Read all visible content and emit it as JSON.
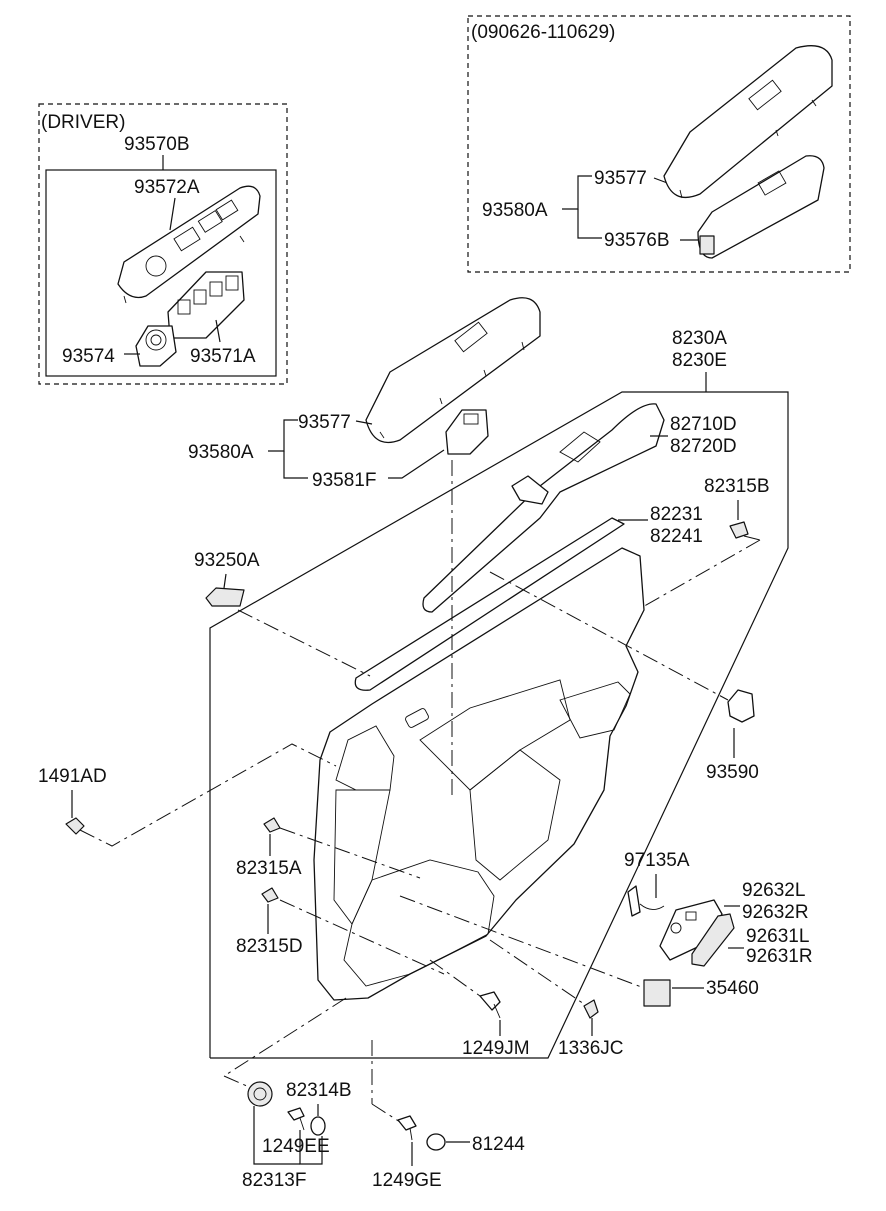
{
  "inset_driver": {
    "title": "(DRIVER)",
    "assembly": "93570B",
    "parts": [
      "93572A",
      "93574",
      "93571A"
    ]
  },
  "inset_date": {
    "title": "(090626-110629)",
    "assembly": "93580A",
    "parts": [
      "93577",
      "93576B"
    ]
  },
  "labels": {
    "l8230a": "8230A",
    "l8230e": "8230E",
    "l93577": "93577",
    "l93580a": "93580A",
    "l93581f": "93581F",
    "l82710d": "82710D",
    "l82720d": "82720D",
    "l82315b": "82315B",
    "l82231": "82231",
    "l82241": "82241",
    "l93250a": "93250A",
    "l93590": "93590",
    "l1491ad": "1491AD",
    "l82315a": "82315A",
    "l82315d": "82315D",
    "l97135a": "97135A",
    "l92632l": "92632L",
    "l92632r": "92632R",
    "l92631l": "92631L",
    "l92631r": "92631R",
    "l35460": "35460",
    "l1249jm": "1249JM",
    "l1336jc": "1336JC",
    "l82314b": "82314B",
    "l1249ee": "1249EE",
    "l82313f": "82313F",
    "l1249ge": "1249GE",
    "l81244": "81244"
  }
}
